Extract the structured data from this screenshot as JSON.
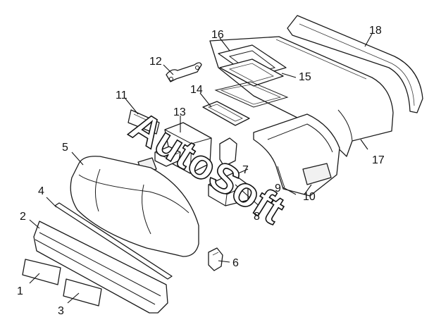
{
  "callouts": [
    "1",
    "2",
    "3",
    "4",
    "5",
    "6",
    "7",
    "8",
    "9",
    "10",
    "11",
    "12",
    "13",
    "14",
    "15",
    "16",
    "17",
    "18"
  ],
  "watermark": {
    "text": "AutoSoft"
  },
  "colors": {
    "line": "#1a1a1a",
    "background": "#ffffff"
  }
}
